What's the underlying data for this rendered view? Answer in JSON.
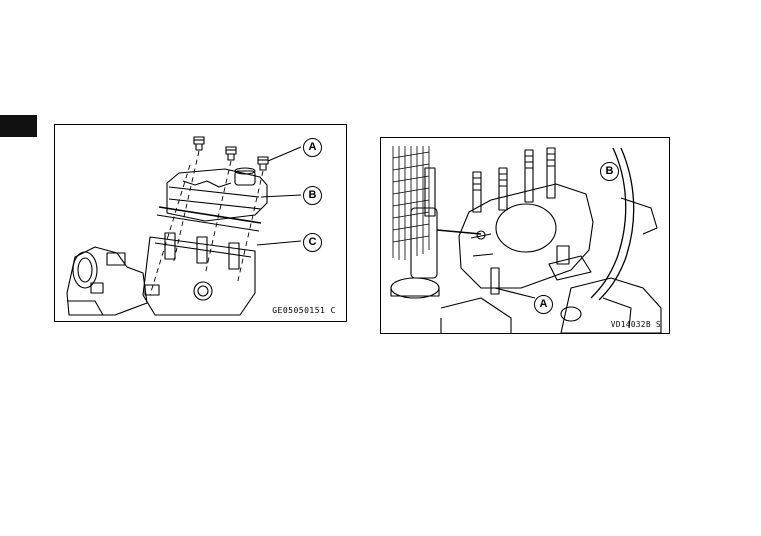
{
  "figure_left": {
    "code": "GE05050151 C",
    "callouts": {
      "a": "A",
      "b": "B",
      "c": "C"
    }
  },
  "figure_right": {
    "code": "VD14032B  S",
    "callouts": {
      "a": "A",
      "b": "B"
    }
  }
}
